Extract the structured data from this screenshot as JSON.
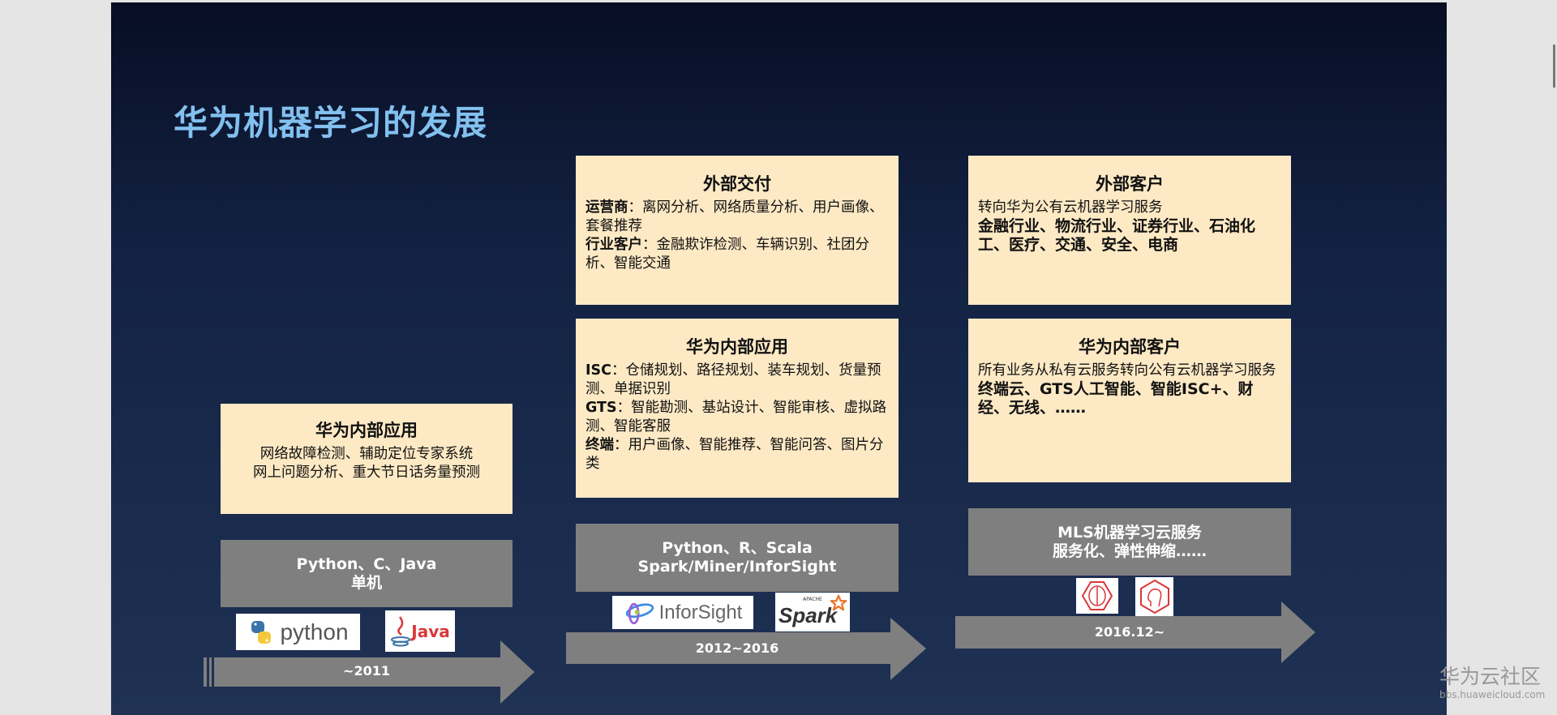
{
  "title": "华为机器学习的发展",
  "stages": [
    {
      "period": "~2011",
      "boxes": [
        {
          "heading": "华为内部应用",
          "lines": [
            "网络故障检测、辅助定位专家系统",
            "网上问题分析、重大节日话务量预测"
          ]
        }
      ],
      "tech": [
        "Python、C、Java",
        "单机"
      ],
      "logos": [
        "python",
        "Java"
      ]
    },
    {
      "period": "2012~2016",
      "boxes": [
        {
          "heading": "外部交付",
          "items": [
            {
              "label": "运营商",
              "text": "：离网分析、网络质量分析、用户画像、套餐推荐"
            },
            {
              "label": "行业客户",
              "text": "：金融欺诈检测、车辆识别、社团分析、智能交通"
            }
          ]
        },
        {
          "heading": "华为内部应用",
          "items": [
            {
              "label": "ISC",
              "text": "：仓储规划、路径规划、装车规划、货量预测、单据识别"
            },
            {
              "label": "GTS",
              "text": "：智能勘测、基站设计、智能审核、虚拟路测、智能客服"
            },
            {
              "label": "终端",
              "text": "：用户画像、智能推荐、智能问答、图片分类"
            }
          ]
        }
      ],
      "tech": [
        "Python、R、Scala",
        "Spark/Miner/InforSight"
      ],
      "logos": [
        "InforSight",
        "Spark",
        "APACHE"
      ]
    },
    {
      "period": "2016.12~",
      "boxes": [
        {
          "heading": "外部客户",
          "plain": "转向华为公有云机器学习服务",
          "bold": "金融行业、物流行业、证券行业、石油化工、医疗、交通、安全、电商"
        },
        {
          "heading": "华为内部客户",
          "plain": "所有业务从私有云服务转向公有云机器学习服务",
          "bold": "终端云、GTS人工智能、智能ISC+、财经、无线、……"
        }
      ],
      "tech": [
        "MLS机器学习云服务",
        "服务化、弹性伸缩……"
      ],
      "icons": [
        "brain-icon",
        "head-icon"
      ]
    }
  ],
  "watermark": {
    "name": "华为云社区",
    "url": "bbs.huaweicloud.com"
  },
  "colors": {
    "title": "#82c0ef",
    "box": "#fde9c4",
    "gray": "#7f7f7f",
    "accent": "#d9383a"
  }
}
